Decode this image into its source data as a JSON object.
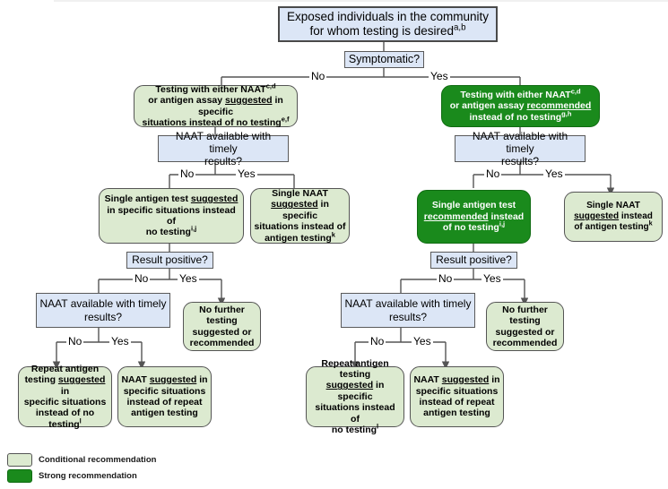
{
  "diagram": {
    "title": "Exposed individuals in the community for whom testing is desired",
    "type": "clinical-testing-decision-flowchart"
  },
  "nodes": {
    "root": {
      "line1": "Exposed individuals in the community",
      "line2": "for whom testing is desired",
      "sup": "a,b"
    },
    "symptomatic": {
      "label": "Symptomatic?"
    },
    "left_testing": {
      "line1_a": "Testing with either NAAT",
      "line1_sup": "c,d",
      "line2_a": "or antigen assay ",
      "line2_u": "suggested",
      "line2_b": " in specific",
      "line3_a": "situations instead of no testing",
      "line3_sup": "e,f"
    },
    "right_testing": {
      "line1_a": "Testing with either NAAT",
      "line1_sup": "c,d",
      "line2_a": "or antigen assay ",
      "line2_u": "recommended",
      "line3_a": "instead of no testing",
      "line3_sup": "g,h"
    },
    "left_naat_avail": {
      "line1": "NAAT available with timely",
      "line2": "results?"
    },
    "right_naat_avail": {
      "line1": "NAAT available with timely",
      "line2": "results?"
    },
    "left_single_antigen": {
      "line1_a": "Single antigen test  ",
      "line1_u": "suggested",
      "line2": "in specific situations instead of",
      "line3_a": "no testing",
      "line3_sup": "i,j"
    },
    "left_single_naat": {
      "line1": "Single NAAT",
      "line2_u": "suggested",
      "line2_b": " in specific",
      "line3": "situations instead of",
      "line4_a": "antigen testing",
      "line4_sup": "k"
    },
    "right_single_antigen": {
      "line1": "Single antigen test",
      "line2_u": "recommended",
      "line2_b": " instead",
      "line3_a": "of no testing",
      "line3_sup": "i,j"
    },
    "right_single_naat": {
      "line1": "Single NAAT",
      "line2_u": "suggested",
      "line2_b": " instead",
      "line3_a": "of antigen testing",
      "line3_sup": "k"
    },
    "left_result_positive": {
      "label": "Result positive?"
    },
    "right_result_positive": {
      "label": "Result positive?"
    },
    "left_naat_avail2": {
      "line1": "NAAT available with timely",
      "line2": "results?"
    },
    "right_naat_avail2": {
      "line1": "NAAT available with timely",
      "line2": "results?"
    },
    "left_no_further": {
      "line1": "No further",
      "line2": "testing",
      "line3": "suggested or",
      "line4": "recommended"
    },
    "right_no_further": {
      "line1": "No further",
      "line2": "testing",
      "line3": "suggested or",
      "line4": "recommended"
    },
    "left_repeat_antigen": {
      "line1": "Repeat antigen",
      "line2_a": "testing ",
      "line2_u": "suggested",
      "line2_b": " in",
      "line3": "specific situations",
      "line4_a": "instead of no testing",
      "line4_sup": "l"
    },
    "left_naat_repeat": {
      "line1_a": "NAAT ",
      "line1_u": "suggested",
      "line1_b": " in",
      "line2": "specific situations",
      "line3": "instead of repeat",
      "line4": "antigen testing"
    },
    "right_repeat_antigen": {
      "line1": "Repeat antigen testing",
      "line2_u": "suggested",
      "line2_b": " in specific",
      "line3": "situations instead of",
      "line4_a": "no testing",
      "line4_sup": "l"
    },
    "right_naat_repeat": {
      "line1_a": "NAAT ",
      "line1_u": "suggested",
      "line1_b": " in",
      "line2": "specific situations",
      "line3": "instead of repeat",
      "line4": "antigen testing"
    }
  },
  "edge_labels": {
    "sym_no": "No",
    "sym_yes": "Yes",
    "left_avail_no": "No",
    "left_avail_yes": "Yes",
    "right_avail_no": "No",
    "right_avail_yes": "Yes",
    "left_pos_no": "No",
    "left_pos_yes": "Yes",
    "right_pos_no": "No",
    "right_pos_yes": "Yes",
    "left_avail2_no": "No",
    "left_avail2_yes": "Yes",
    "right_avail2_no": "No",
    "right_avail2_yes": "Yes"
  },
  "legend": {
    "items": [
      {
        "label": "Conditional recommendation",
        "color": "#dcead0"
      },
      {
        "label": "Strong recommendation",
        "color": "#1a8a1c"
      }
    ]
  },
  "colors": {
    "conditional": "#dcead0",
    "strong": "#1a8a1c",
    "decision": "#dce6f6",
    "edge": "#555555",
    "background": "#ffffff"
  }
}
